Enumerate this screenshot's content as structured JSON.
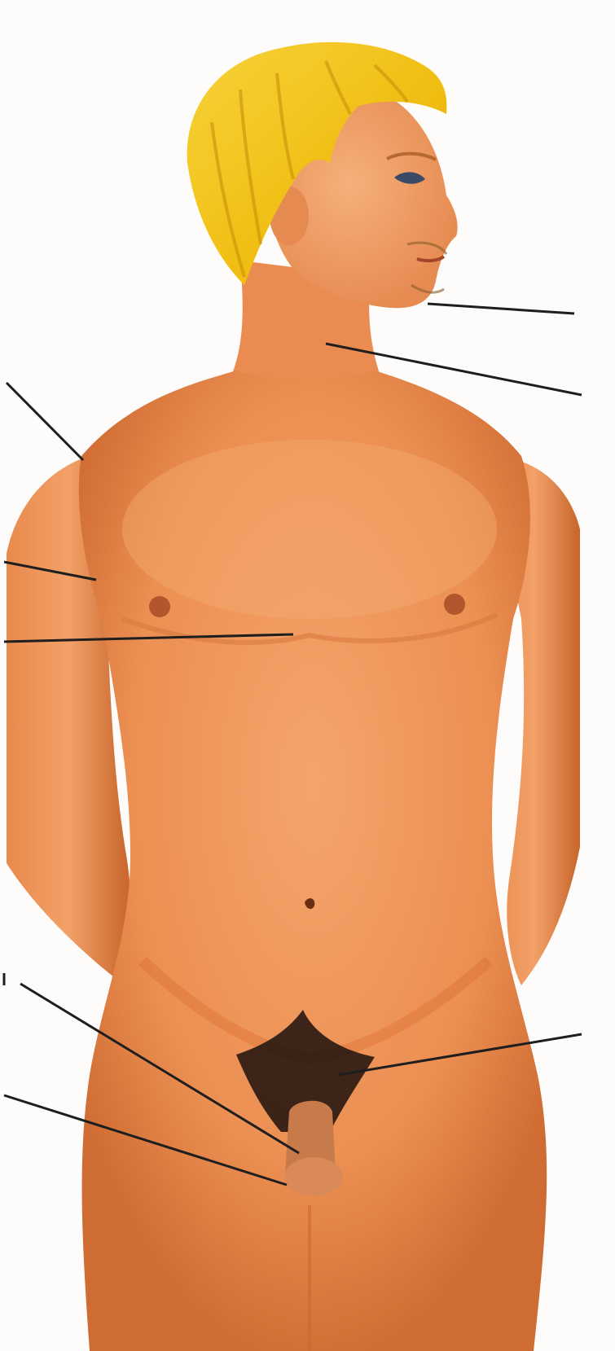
{
  "diagram": {
    "subject": "male-anatomy-front-view",
    "colors": {
      "background": "#fdfcfa",
      "skin": "#ec8f52",
      "skin_light": "#f6b07a",
      "skin_shadow": "#c9662e",
      "hair": "#f3c214",
      "hair_shadow": "#c98f08",
      "pubic_hair": "#2c1a12",
      "nipple": "#b2562d",
      "leader_line": "#1e1e1e"
    },
    "labels": [
      {
        "id": "chin",
        "text": ""
      },
      {
        "id": "neck",
        "text": ""
      },
      {
        "id": "shoulder",
        "text": ""
      },
      {
        "id": "armpit",
        "text": ""
      },
      {
        "id": "chest",
        "text": ""
      },
      {
        "id": "pubic-hair",
        "text": ""
      },
      {
        "id": "penis",
        "text": ""
      },
      {
        "id": "scrotum",
        "text": ""
      }
    ]
  }
}
